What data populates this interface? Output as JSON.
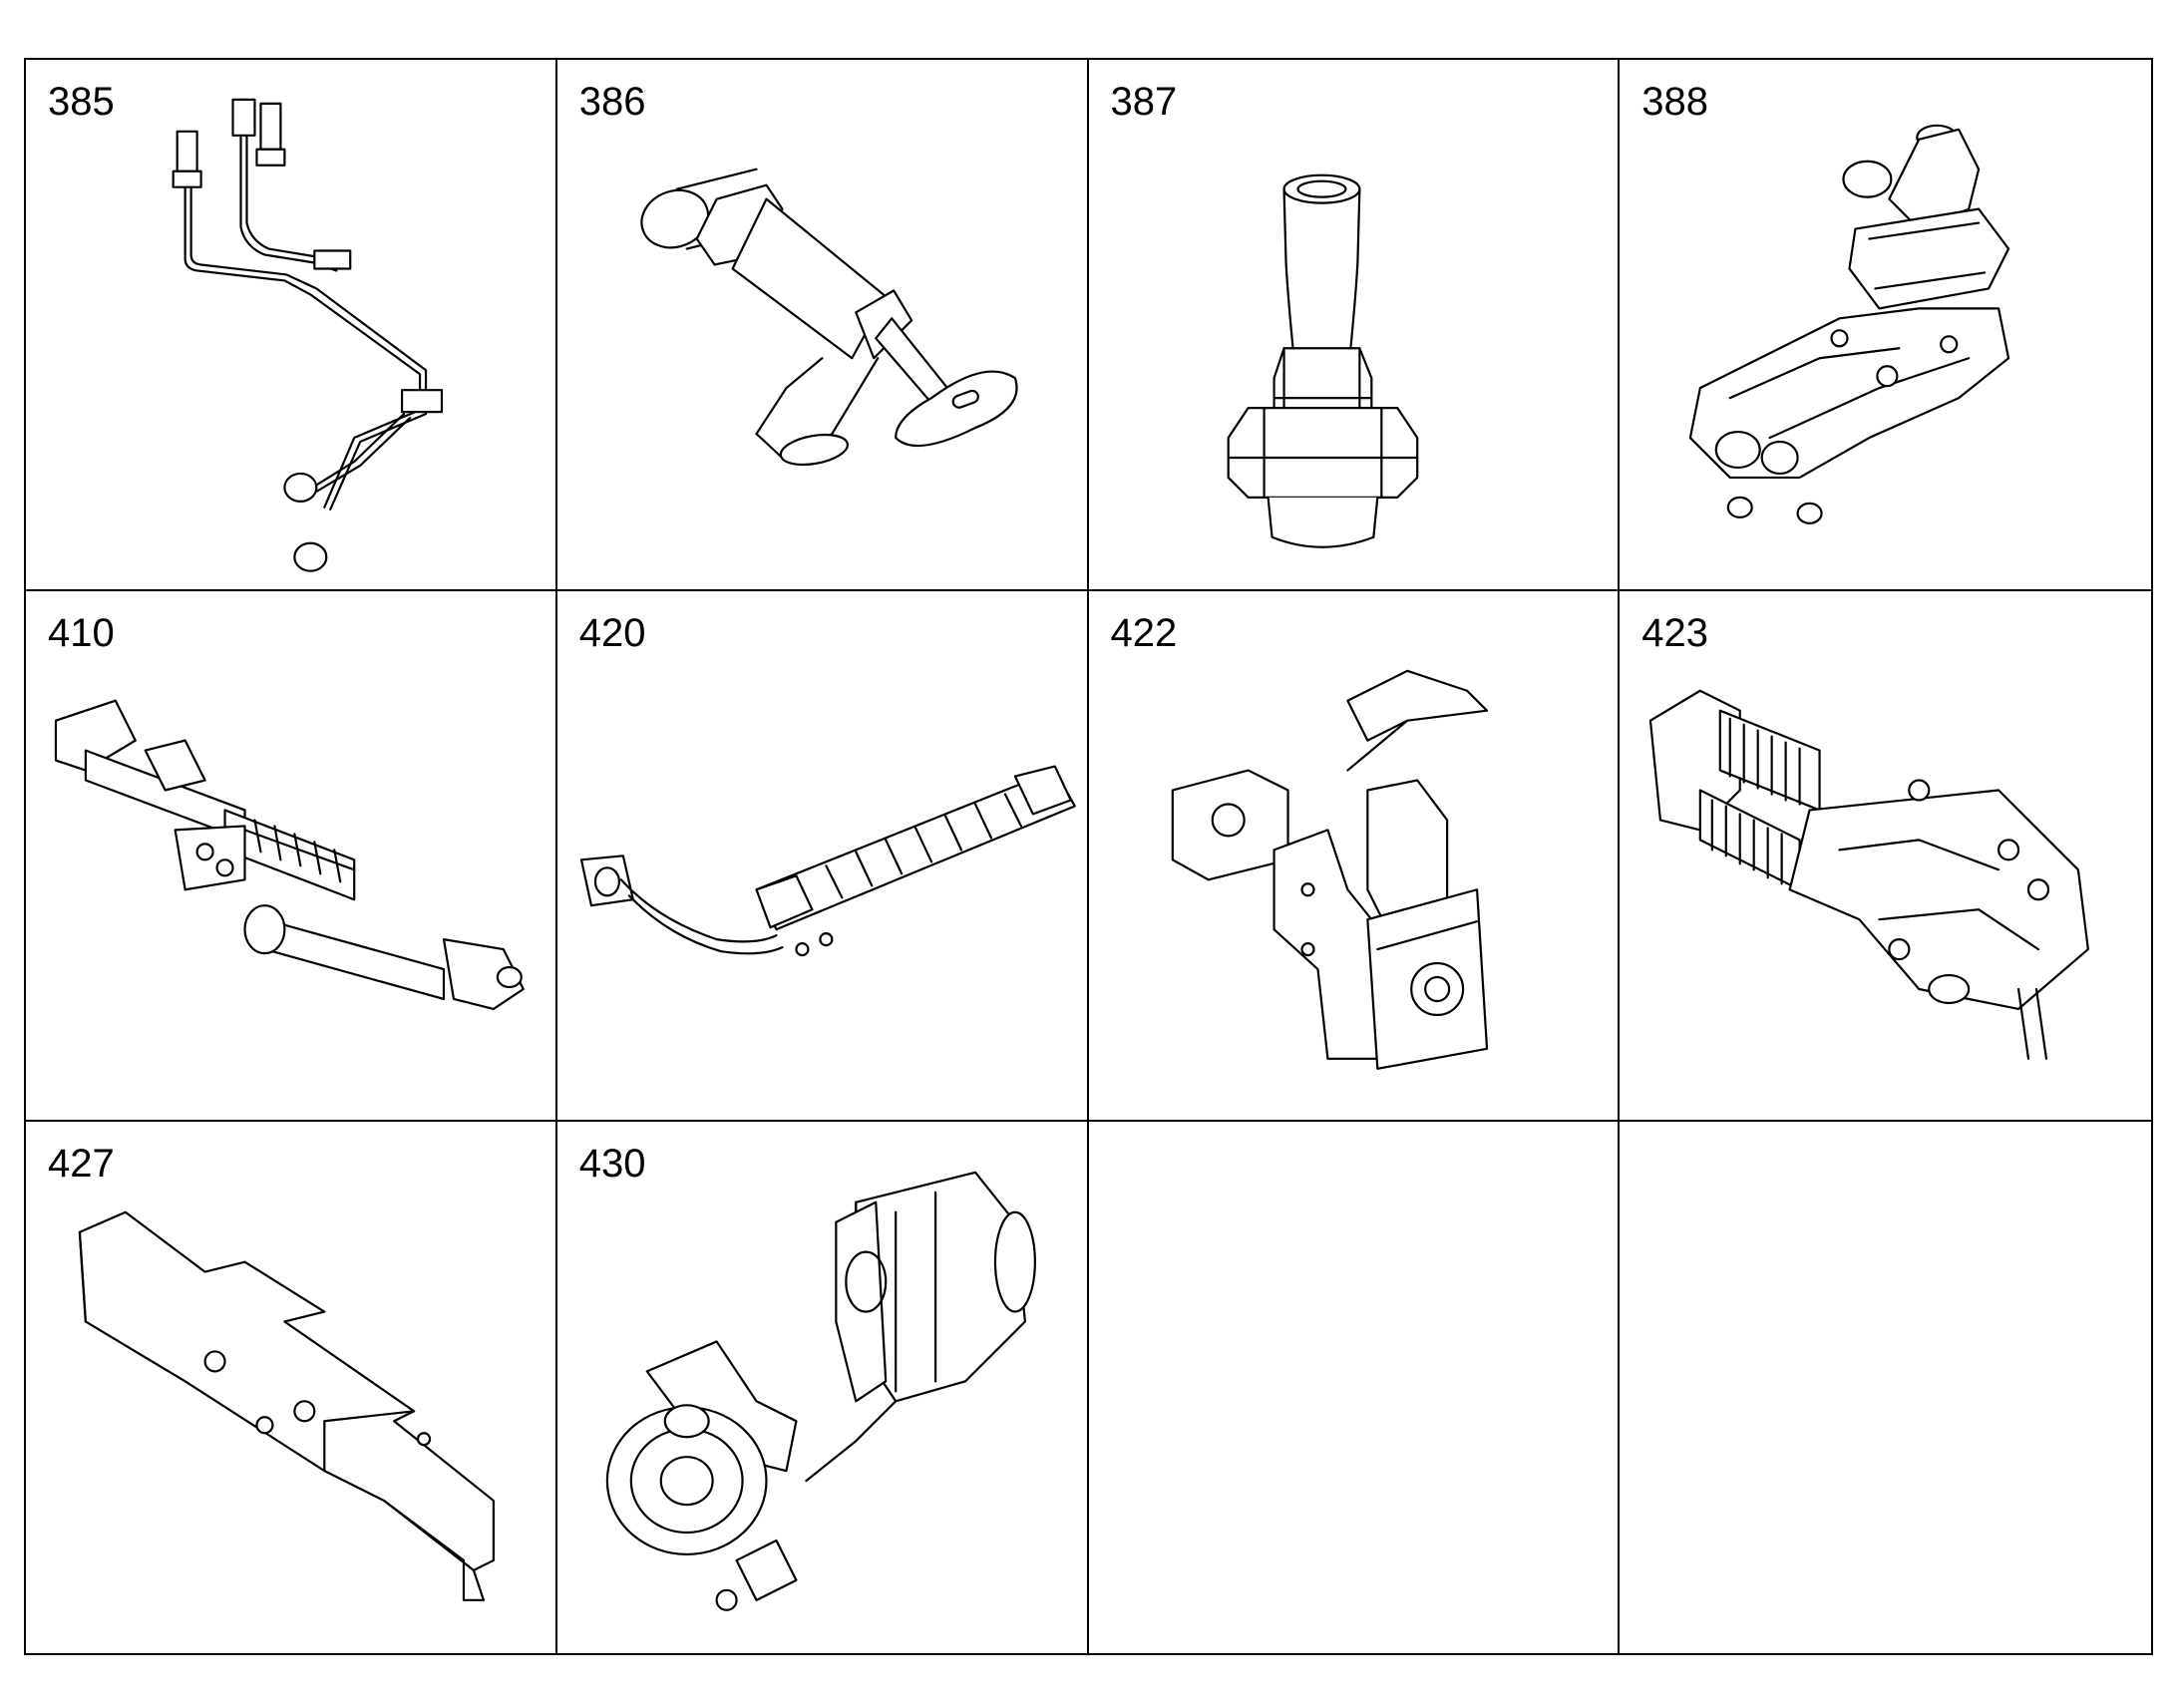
{
  "cells": [
    {
      "number": "385",
      "icon": "brake-pipe-assembly-icon"
    },
    {
      "number": "386",
      "icon": "valve-fitting-icon"
    },
    {
      "number": "387",
      "icon": "pipe-connector-icon"
    },
    {
      "number": "388",
      "icon": "thermostat-housing-icon"
    },
    {
      "number": "410",
      "icon": "egr-cooler-assembly-icon"
    },
    {
      "number": "420",
      "icon": "exhaust-pipe-assembly-icon"
    },
    {
      "number": "422",
      "icon": "egr-valve-bracket-icon"
    },
    {
      "number": "423",
      "icon": "exhaust-manifold-icon"
    },
    {
      "number": "427",
      "icon": "heat-shield-icon"
    },
    {
      "number": "430",
      "icon": "turbocharger-icon"
    },
    {
      "number": "",
      "icon": ""
    },
    {
      "number": "",
      "icon": ""
    }
  ]
}
